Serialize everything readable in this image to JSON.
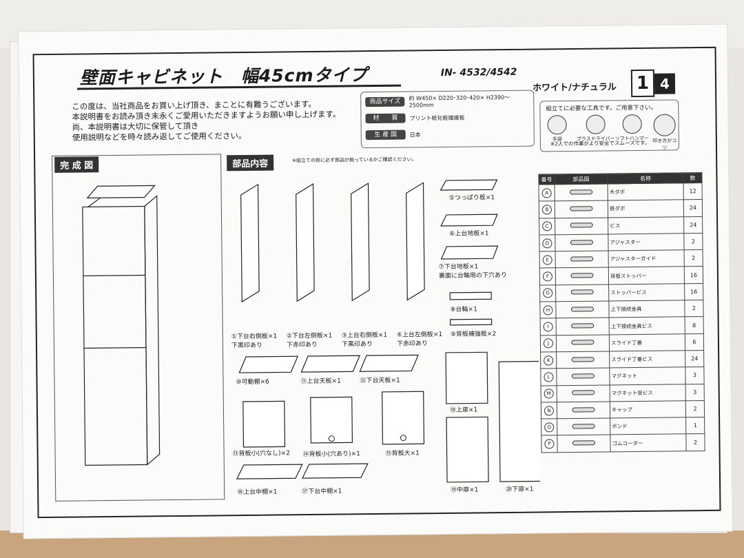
{
  "header": {
    "title": "壁面キャビネット　幅45cmタイプ",
    "model": "IN- 4532/4542",
    "color_variant": "ホワイト/ナチュラル",
    "page_current": "1",
    "page_total": "4"
  },
  "intro": {
    "line1": "この度は、当社商品をお買い上げ頂き、まことに有難うございます。",
    "line2": "本説明書をお読み頂き末永くご愛用いただきますようお願い申し上げます。",
    "line3": "尚、本説明書は大切に保管して頂き",
    "line4": "使用説明などを時々読み返してご使用ください。"
  },
  "spec": {
    "size_label": "商品サイズ",
    "size_value": "約 W450× D220･320･420× H2390～2500mm",
    "material_label": "材　　質",
    "material_value": "プリント紙化粧繊維板",
    "origin_label": "生 産 国",
    "origin_value": "日本"
  },
  "tools": {
    "heading": "組立てに必要な工具です。ご用意下さい。",
    "glove": "手袋",
    "driver": "プラスドライバー",
    "hammer": "ソフトハンマー",
    "tip": "叩き方がコツ",
    "note": "※2人での作業がより安全でスムーズです。"
  },
  "sections": {
    "complete": "完 成 図",
    "parts": "部品内容",
    "parts_note": "※組立ての前に必ず部品が揃っているかご確認ください。"
  },
  "parts": [
    {
      "label": "①下台右側板×1",
      "sub": "下黒印あり"
    },
    {
      "label": "②下台左側板×1",
      "sub": "下赤印あり"
    },
    {
      "label": "③上台右側板×1",
      "sub": "下黒印あり"
    },
    {
      "label": "④上台左側板×1",
      "sub": "下赤印あり"
    },
    {
      "label": "⑤つっぱり板×1"
    },
    {
      "label": "⑥上台地板×1"
    },
    {
      "label": "⑦下台地板×1",
      "sub": "裏面に台輪用の下穴あり"
    },
    {
      "label": "⑧台輪×1"
    },
    {
      "label": "⑨背板補強板×2"
    },
    {
      "label": "⑩可動棚×6"
    },
    {
      "label": "⑪上台天板×1"
    },
    {
      "label": "⑫下台天板×1"
    },
    {
      "label": "⑬背板小(穴なし)×2"
    },
    {
      "label": "⑭背板小(穴あり)×1"
    },
    {
      "label": "⑮背板大×1"
    },
    {
      "label": "⑯上台中棚×1"
    },
    {
      "label": "⑰下台中棚×1"
    },
    {
      "label": "⑱上扉×1"
    },
    {
      "label": "⑲中扉×1"
    },
    {
      "label": "⑳下扉×1"
    }
  ],
  "hardware_table": {
    "headers": [
      "番号",
      "部品図",
      "名称",
      "数"
    ],
    "rows": [
      {
        "mark": "A",
        "name": "木ダボ",
        "qty": "12"
      },
      {
        "mark": "B",
        "name": "鉄ダボ",
        "qty": "24"
      },
      {
        "mark": "C",
        "name": "ビス",
        "qty": "24"
      },
      {
        "mark": "D",
        "name": "アジャスター",
        "qty": "2"
      },
      {
        "mark": "E",
        "name": "アジャスターガイド",
        "qty": "2"
      },
      {
        "mark": "F",
        "name": "背板ストッパー",
        "qty": "16"
      },
      {
        "mark": "G",
        "name": "ストッパービス",
        "qty": "16"
      },
      {
        "mark": "H",
        "name": "上下接続金具",
        "qty": "2"
      },
      {
        "mark": "I",
        "name": "上下接続金具ビス",
        "qty": "8"
      },
      {
        "mark": "J",
        "name": "スライド丁番",
        "qty": "6"
      },
      {
        "mark": "K",
        "name": "スライド丁番ビス",
        "qty": "24"
      },
      {
        "mark": "L",
        "name": "マグネット",
        "qty": "3"
      },
      {
        "mark": "M",
        "name": "マグネット受ビス",
        "qty": "3"
      },
      {
        "mark": "N",
        "name": "キャップ",
        "qty": "2"
      },
      {
        "mark": "O",
        "name": "ボンド",
        "qty": "1"
      },
      {
        "mark": "P",
        "name": "ゴムコーダー",
        "qty": "2"
      }
    ]
  }
}
